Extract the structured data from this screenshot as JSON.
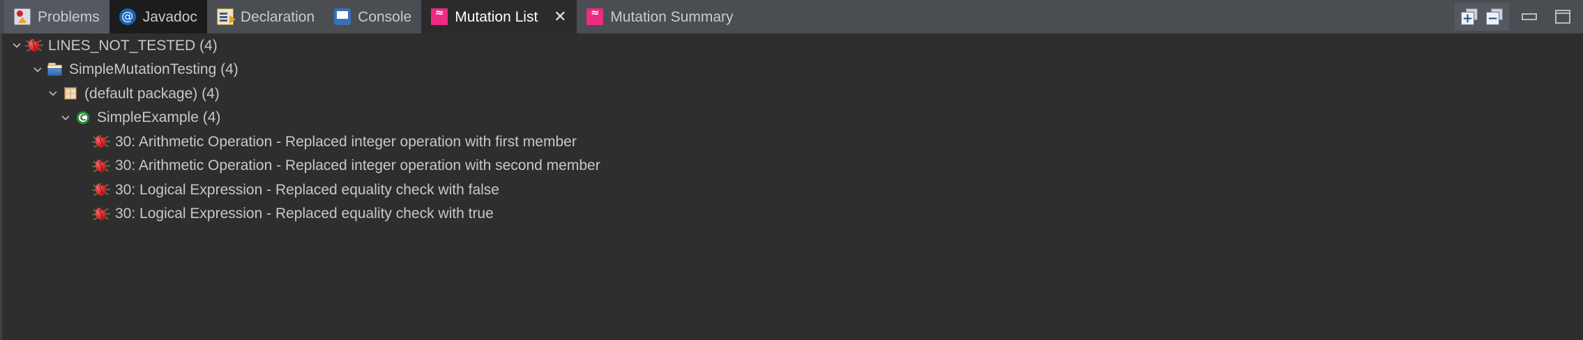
{
  "window": {
    "view_name": "Mutation List"
  },
  "tabs": [
    {
      "label": "Problems",
      "icon": "problems-icon",
      "state": "hovered",
      "closable": false
    },
    {
      "label": "Javadoc",
      "icon": "javadoc-icon",
      "state": "dark",
      "closable": false
    },
    {
      "label": "Declaration",
      "icon": "declaration-icon",
      "state": "normal",
      "closable": false
    },
    {
      "label": "Console",
      "icon": "console-icon",
      "state": "normal",
      "closable": false
    },
    {
      "label": "Mutation List",
      "icon": "mutation-icon",
      "state": "active",
      "closable": true,
      "close_glyph": "✕"
    },
    {
      "label": "Mutation Summary",
      "icon": "mutation-icon",
      "state": "normal",
      "closable": false
    }
  ],
  "toolbar": {
    "expand_all_label": "+",
    "collapse_all_label": "−",
    "buttons": [
      {
        "name": "expand-all-button",
        "tooltip": "Expand All"
      },
      {
        "name": "collapse-all-button",
        "tooltip": "Collapse All"
      },
      {
        "name": "minimize-button",
        "tooltip": "Minimize"
      },
      {
        "name": "maximize-button",
        "tooltip": "Maximize"
      }
    ]
  },
  "tree": {
    "rows": [
      {
        "label": "LINES_NOT_TESTED (4)",
        "depth": 0,
        "icon": "bug-icon",
        "expanded": true,
        "count": 4
      },
      {
        "label": "SimpleMutationTesting (4)",
        "depth": 1,
        "icon": "folder-icon",
        "expanded": true,
        "count": 4
      },
      {
        "label": "(default package) (4)",
        "depth": 2,
        "icon": "package-icon",
        "expanded": true,
        "count": 4
      },
      {
        "label": "SimpleExample (4)",
        "depth": 3,
        "icon": "class-icon",
        "expanded": true,
        "count": 4
      },
      {
        "label": "30: Arithmetic Operation - Replaced integer operation with first member",
        "depth": 4,
        "icon": "bug-icon",
        "expanded": null,
        "count": null
      },
      {
        "label": "30: Arithmetic Operation - Replaced integer operation with second member",
        "depth": 4,
        "icon": "bug-icon",
        "expanded": null,
        "count": null
      },
      {
        "label": "30: Logical Expression - Replaced equality check with false",
        "depth": 4,
        "icon": "bug-icon",
        "expanded": null,
        "count": null
      },
      {
        "label": "30: Logical Expression - Replaced equality check with true",
        "depth": 4,
        "icon": "bug-icon",
        "expanded": null,
        "count": null
      }
    ]
  },
  "colors": {
    "tabbar_background": "#4a4d52",
    "tab_hover_background": "#55585e",
    "active_tab_background": "#2b2b2b",
    "tree_background": "#2e2e2e",
    "text": "#c6c8cb",
    "active_text": "#ffffff",
    "mutation_accent": "#ec2b82",
    "class_accent": "#2f8f32",
    "package_accent": "#d9b88a"
  }
}
